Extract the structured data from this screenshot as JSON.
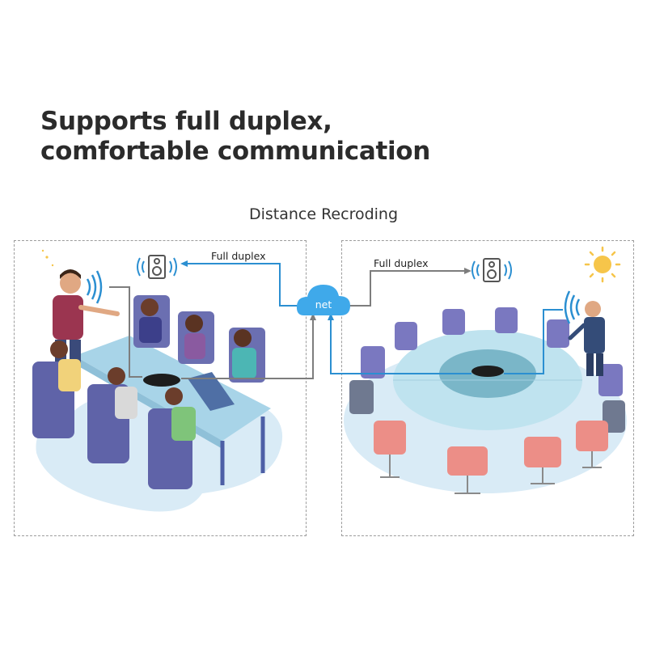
{
  "headline": {
    "line1": "Supports full duplex,",
    "line2": "comfortable communication"
  },
  "subtitle": "Distance Recroding",
  "links": {
    "left_label": "Full duplex",
    "right_label": "Full duplex"
  },
  "cloud": {
    "label": "net"
  },
  "colors": {
    "link_blue": "#2b8fd1",
    "link_gray": "#7d7d7d",
    "cloud": "#3fa9ea",
    "chair_purple": "#6b6fb1",
    "chair_coral": "#ec8e87",
    "table": "#a8d4e8",
    "floor": "#d9ebf6"
  },
  "icons": [
    "moon-icon",
    "sun-icon",
    "speaker-icon",
    "wave-icon",
    "cloud-icon",
    "conference-speaker-icon"
  ]
}
